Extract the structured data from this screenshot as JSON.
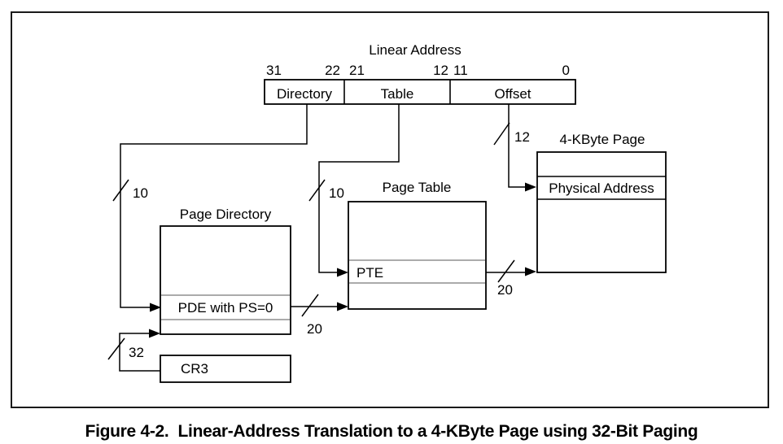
{
  "caption": {
    "text": "Figure 4-2.  Linear-Address Translation to a 4-KByte Page using 32-Bit Paging",
    "color": "#0d63ac"
  },
  "linear_address": {
    "title": "Linear Address",
    "bits": {
      "b31": "31",
      "b22": "22",
      "b21": "21",
      "b12": "12",
      "b11": "11",
      "b0": "0"
    },
    "fields": {
      "directory": "Directory",
      "table": "Table",
      "offset": "Offset"
    }
  },
  "page_directory": {
    "title": "Page Directory",
    "entry": "PDE with PS=0"
  },
  "page_table": {
    "title": "Page Table",
    "entry": "PTE"
  },
  "page_4k": {
    "title": "4-KByte Page",
    "entry": "Physical Address"
  },
  "cr3": {
    "label": "CR3"
  },
  "bus_widths": {
    "directory_bits": "10",
    "table_bits": "10",
    "offset_bits": "12",
    "pde_out": "20",
    "pte_out": "20",
    "cr3_width": "32"
  },
  "colors": {
    "line": "#000000",
    "separator": "#8f8f8f",
    "caption": "#0d63ac"
  }
}
